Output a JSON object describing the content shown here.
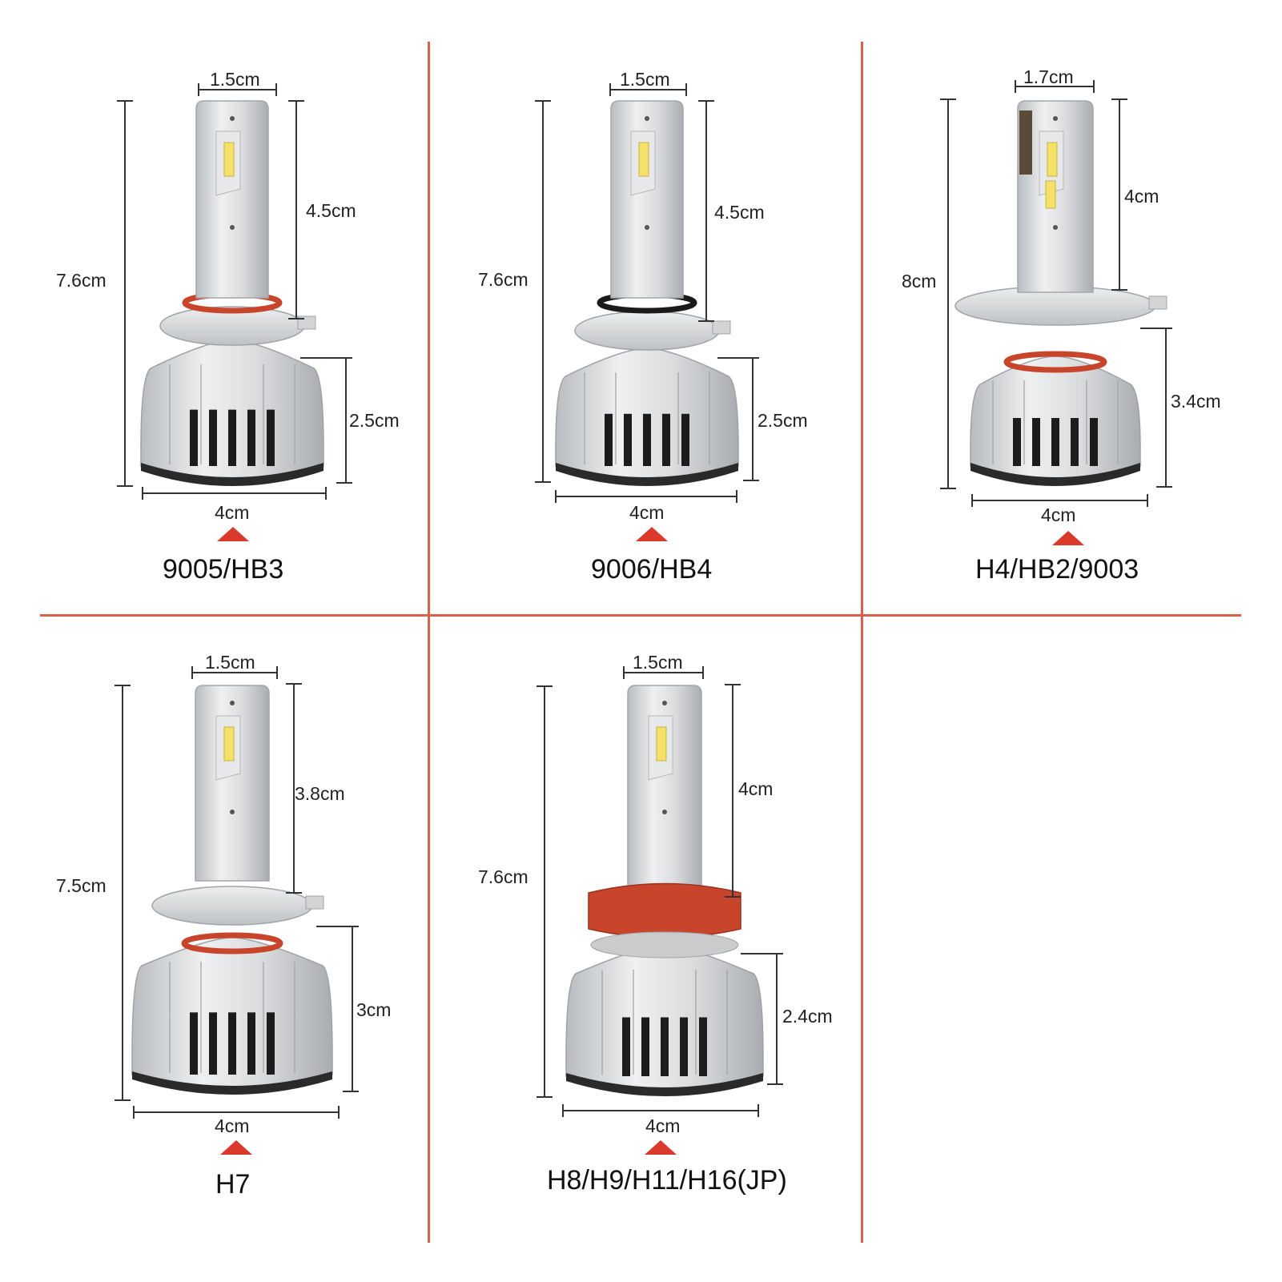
{
  "colors": {
    "divider": "#d9604c",
    "arrow": "#d93a2b",
    "ring_red": "#c8452c",
    "ring_black": "#1a1a1a",
    "aluminum": "#d4d6d8",
    "dimension_line": "#333333"
  },
  "bulbs": [
    {
      "model": "9005/HB3",
      "ring": "red",
      "dims": {
        "width_top": "1.5cm",
        "chip": "4.5cm",
        "total": "7.6cm",
        "base": "2.5cm",
        "width_base": "4cm"
      }
    },
    {
      "model": "9006/HB4",
      "ring": "black",
      "dims": {
        "width_top": "1.5cm",
        "chip": "4.5cm",
        "total": "7.6cm",
        "base": "2.5cm",
        "width_base": "4cm"
      }
    },
    {
      "model": "H4/HB2/9003",
      "ring": "red",
      "dims": {
        "width_top": "1.7cm",
        "chip": "4cm",
        "total": "8cm",
        "base": "3.4cm",
        "width_base": "4cm"
      }
    },
    {
      "model": "H7",
      "ring": "red",
      "dims": {
        "width_top": "1.5cm",
        "chip": "3.8cm",
        "total": "7.5cm",
        "base": "3cm",
        "width_base": "4cm"
      }
    },
    {
      "model": "H8/H9/H11/H16(JP)",
      "ring": "red",
      "dims": {
        "width_top": "1.5cm",
        "chip": "4cm",
        "total": "7.6cm",
        "base": "2.4cm",
        "width_base": "4cm"
      }
    }
  ]
}
